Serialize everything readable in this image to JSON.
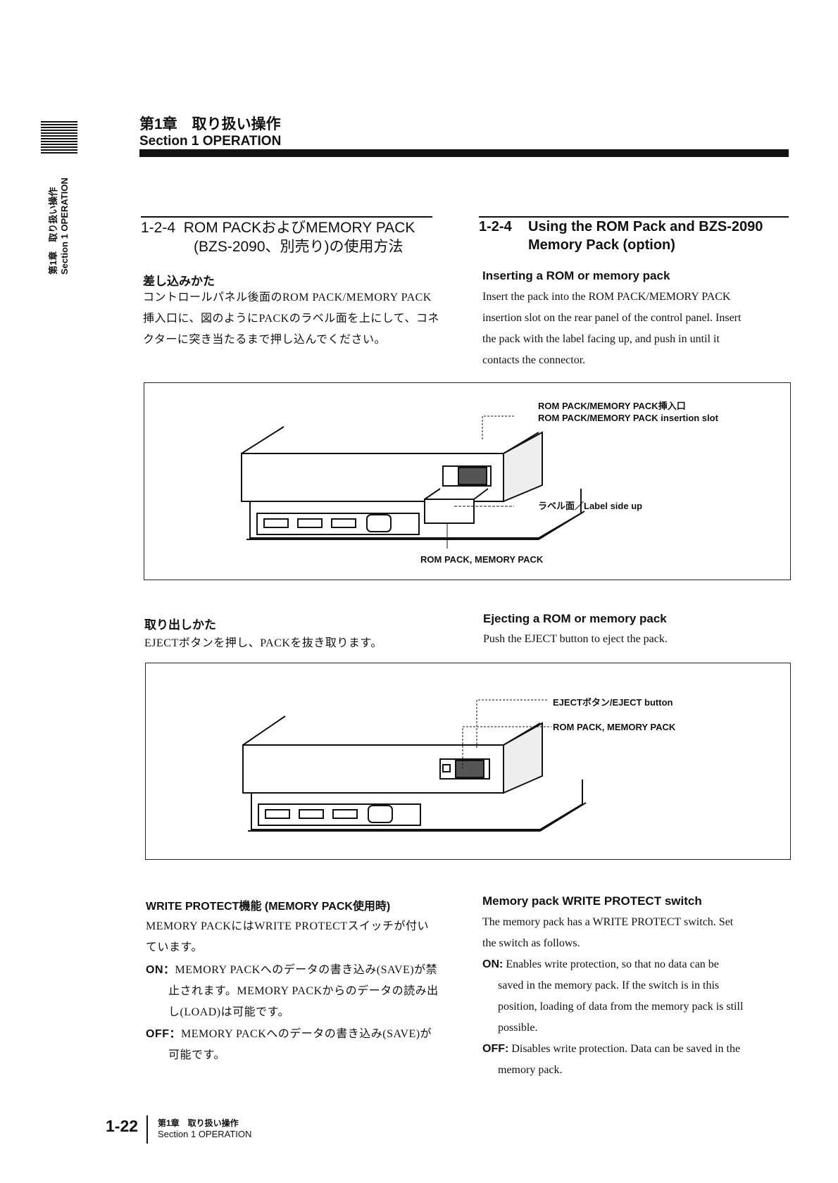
{
  "side_tab": {
    "jp": "第1章　取り扱い操作",
    "en": "Section 1 OPERATION"
  },
  "header": {
    "jp": "第1章　取り扱い操作",
    "en": "Section 1 OPERATION"
  },
  "section_jp": {
    "number": "1-2-4",
    "line1": "ROM PACKおよびMEMORY PACK",
    "line2": "(BZS-2090、別売り)の使用方法"
  },
  "section_en": {
    "number": "1-2-4",
    "line1": "Using the ROM Pack and BZS-2090",
    "line2": "Memory Pack (option)"
  },
  "insert": {
    "jp_title": "差し込みかた",
    "jp_lines": [
      "コントロールパネル後面のROM PACK/MEMORY PACK",
      "挿入口に、図のようにPACKのラベル面を上にして、コネ",
      "クターに突き当たるまで押し込んでください。"
    ],
    "en_title": "Inserting a ROM or memory pack",
    "en_lines": [
      "Insert the pack into the ROM PACK/MEMORY PACK",
      "insertion slot on the rear panel of the control panel. Insert",
      "the pack with the label facing up, and push in until it",
      "contacts the connector."
    ]
  },
  "figure1": {
    "slot_jp": "ROM PACK/MEMORY PACK挿入口",
    "slot_en": "ROM PACK/MEMORY PACK insertion slot",
    "label_side": "ラベル面／Label side up",
    "pack": "ROM PACK, MEMORY PACK"
  },
  "eject": {
    "jp_title": "取り出しかた",
    "jp_line": "EJECTボタンを押し、PACKを抜き取ります。",
    "en_title": "Ejecting a ROM or memory pack",
    "en_line": "Push the EJECT button to eject the pack."
  },
  "figure2": {
    "eject_button": "EJECTボタン/EJECT button",
    "pack": "ROM PACK, MEMORY PACK"
  },
  "protect": {
    "jp_title": "WRITE PROTECT機能 (MEMORY PACK使用時)",
    "jp_intro": [
      "MEMORY PACKにはWRITE PROTECTスイッチが付い",
      "ています。"
    ],
    "jp_on_label": "ON：",
    "jp_on": [
      "MEMORY PACKへのデータの書き込み(SAVE)が禁",
      "止されます。MEMORY PACKからのデータの読み出",
      "し(LOAD)は可能です。"
    ],
    "jp_off_label": "OFF：",
    "jp_off": [
      "MEMORY PACKへのデータの書き込み(SAVE)が",
      "可能です。"
    ],
    "en_title": "Memory pack WRITE PROTECT switch",
    "en_intro": [
      "The memory pack has a WRITE PROTECT switch. Set",
      "the switch as follows."
    ],
    "en_on_label": "ON:",
    "en_on": [
      "Enables write protection, so that no data can be",
      "saved in the memory pack. If the switch is in this",
      "position, loading of data from the memory pack is still",
      "possible."
    ],
    "en_off_label": "OFF:",
    "en_off": [
      "Disables write protection. Data can be saved in the",
      "memory pack."
    ]
  },
  "footer": {
    "page": "1-22",
    "jp": "第1章　取り扱い操作",
    "en": "Section 1 OPERATION"
  }
}
